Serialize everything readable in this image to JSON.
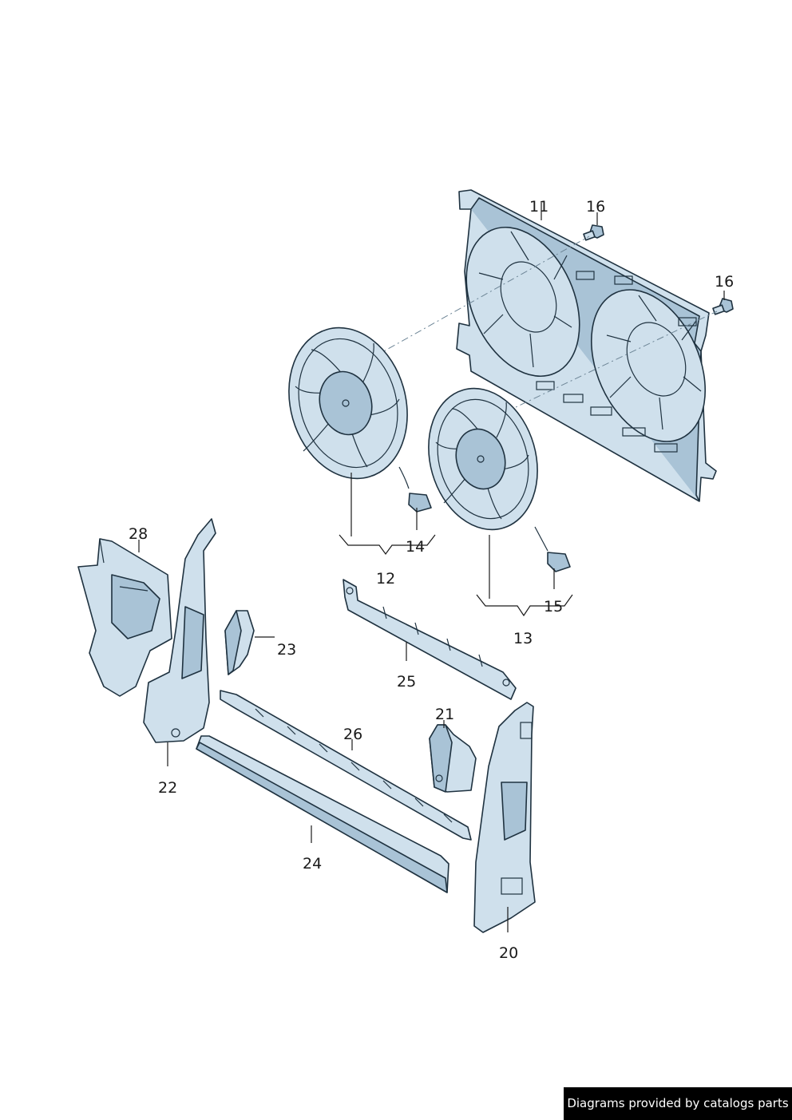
{
  "callouts": {
    "c11": "11",
    "c12": "12",
    "c13": "13",
    "c14": "14",
    "c15": "15",
    "c16a": "16",
    "c16b": "16",
    "c20": "20",
    "c21": "21",
    "c22": "22",
    "c23": "23",
    "c24": "24",
    "c25": "25",
    "c26": "26",
    "c28": "28"
  },
  "footer": {
    "text": "Diagrams provided by catalogs parts"
  },
  "colors": {
    "part_fill": "#cfe0ec",
    "part_shade": "#a9c3d6",
    "outline": "#1f3240",
    "footer_bg": "#000000"
  },
  "icons": {
    "shroud": "fan-shroud-icon",
    "fan": "fan-motor-icon",
    "connector": "electrical-connector-icon",
    "bolt": "bolt-icon",
    "bracket": "side-bracket-icon",
    "strip": "seal-strip-icon"
  }
}
